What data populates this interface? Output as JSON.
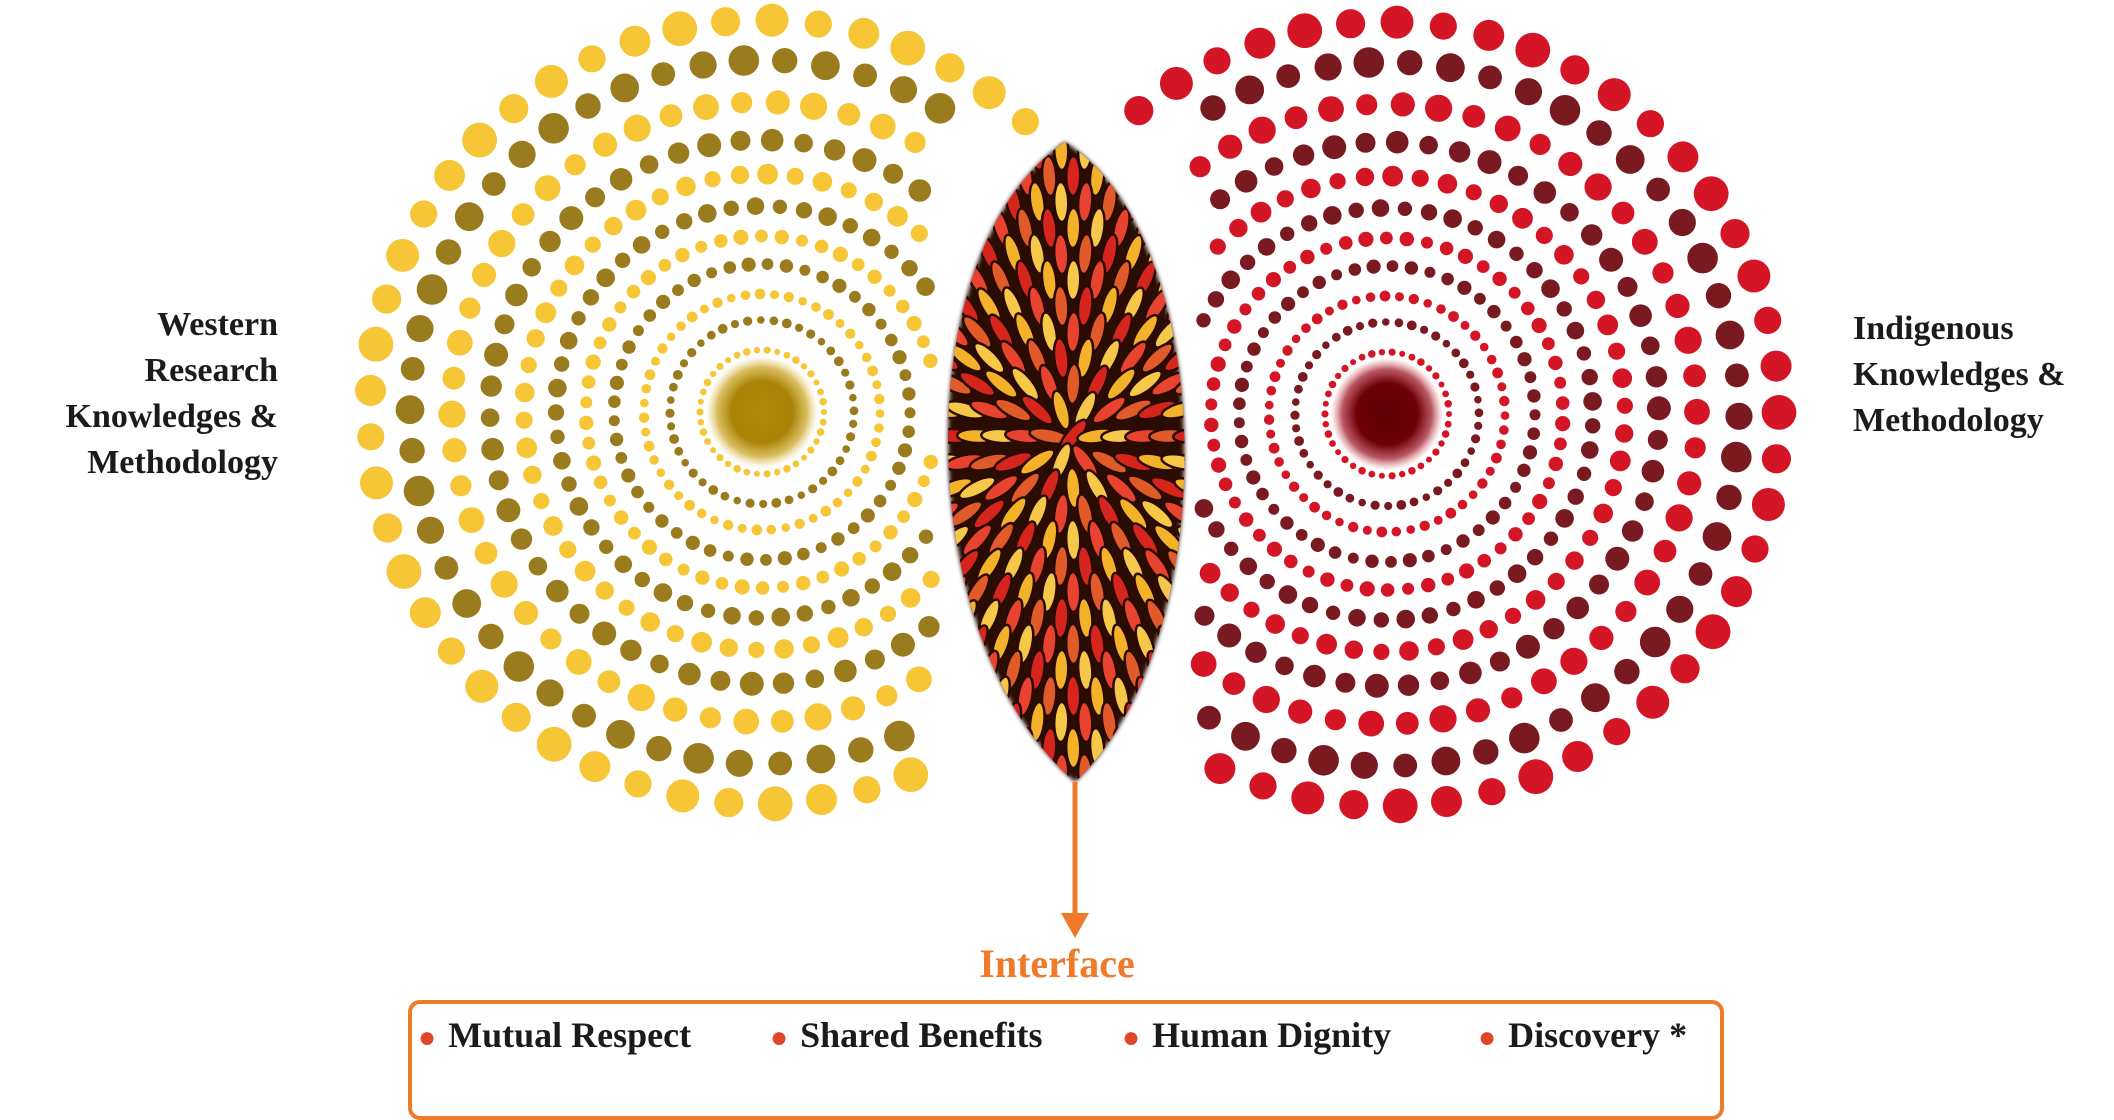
{
  "left_label": {
    "lines": [
      "Western",
      "Research",
      "Knowledges &",
      "Methodology"
    ]
  },
  "right_label": {
    "lines": [
      "Indigenous",
      "Knowledges &",
      "Methodology"
    ]
  },
  "interface": {
    "title": "Interface",
    "principles": [
      "Mutual Respect",
      "Shared Benefits",
      "Human Dignity",
      "Discovery *"
    ]
  },
  "colors": {
    "western_light": "#f6c32c",
    "western_dark": "#8f6d06",
    "indigenous_light": "#d2081a",
    "indigenous_dark": "#6a0008",
    "interface_orange": "#ef7a2a",
    "bullet": "#e0452c"
  }
}
